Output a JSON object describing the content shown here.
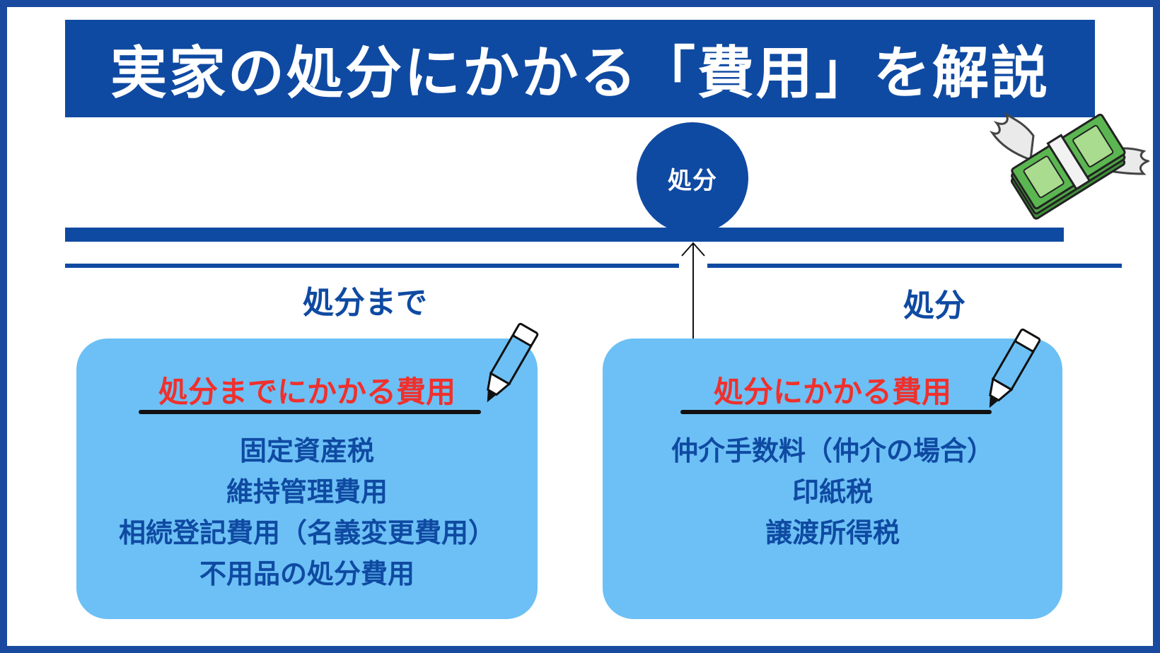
{
  "title": "実家の処分にかかる「費用」を解説",
  "timeline": {
    "milestone_label": "処分"
  },
  "sections": {
    "left_label": "処分まで",
    "right_label": "処分"
  },
  "cards": [
    {
      "heading": "処分までにかかる費用",
      "items": [
        "固定資産税",
        "維持管理費用",
        "相続登記費用（名義変更費用）",
        "不用品の処分費用"
      ]
    },
    {
      "heading": "処分にかかる費用",
      "items": [
        "仲介手数料（仲介の場合）",
        "印紙税",
        "譲渡所得税"
      ]
    }
  ],
  "colors": {
    "primary_blue": "#0f4aa2",
    "card_blue": "#6cc0f5",
    "heading_red": "#f0302c"
  },
  "icons": [
    "flying-money-icon",
    "marker-pen-icon",
    "up-arrow-icon"
  ]
}
